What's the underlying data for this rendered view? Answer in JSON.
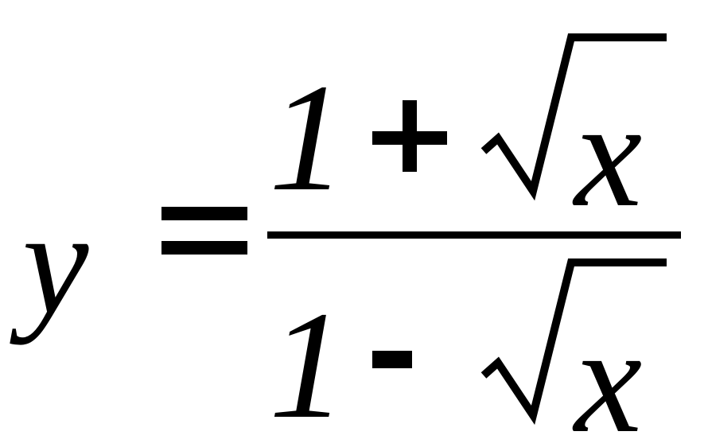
{
  "formula": {
    "lhs_variable": "y",
    "numerator": {
      "constant": "1",
      "operator": "+",
      "radicand": "x"
    },
    "denominator": {
      "constant": "1",
      "operator": "-",
      "radicand": "x"
    }
  },
  "colors": {
    "ink": "#000000",
    "background": "#ffffff"
  }
}
